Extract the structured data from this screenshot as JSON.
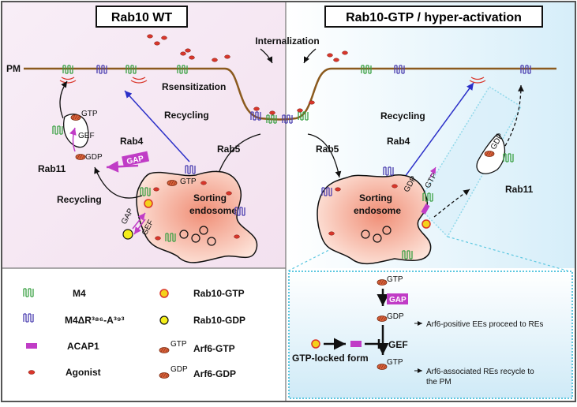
{
  "panels": {
    "left_title": "Rab10 WT",
    "right_title": "Rab10-GTP / hyper-activation"
  },
  "labels": {
    "pm": "PM",
    "internalization": "Internalization",
    "resensitization": "Rsensitization",
    "recycling": "Recycling",
    "rab4": "Rab4",
    "rab5": "Rab5",
    "rab11": "Rab11",
    "sorting_endosome_line1": "Sorting",
    "sorting_endosome_line2": "endosome",
    "gtp": "GTP",
    "gdp": "GDP",
    "gef": "GEF",
    "gap": "GAP"
  },
  "legend": {
    "m4": "M4",
    "m4_mutant": "M4ΔR³⁸⁶-A³⁹³",
    "acap1": "ACAP1",
    "agonist": "Agonist",
    "rab10_gtp": "Rab10-GTP",
    "rab10_gdp": "Rab10-GDP",
    "arf6_gtp_sup": "GTP",
    "arf6_gtp": "Arf6-GTP",
    "arf6_gdp_sup": "GDP",
    "arf6_gdp": "Arf6-GDP"
  },
  "inset": {
    "gtp_locked": "GTP-locked form",
    "note1": "Arf6-positive EEs proceed to REs",
    "note2_line1": "Arf6-associated REs recycle to",
    "note2_line2": "the PM"
  },
  "colors": {
    "left_bg": "#f5e8f3",
    "right_bg": "#e6f4fb",
    "membrane": "#8b5a1e",
    "receptor_green": "#3aa043",
    "receptor_purple": "#4b3fb0",
    "gap_magenta": "#c03cc6",
    "agonist_red": "#d9362b",
    "endosome_fill": "#f6c6b6",
    "arrow_blue": "#2b2fc8"
  }
}
